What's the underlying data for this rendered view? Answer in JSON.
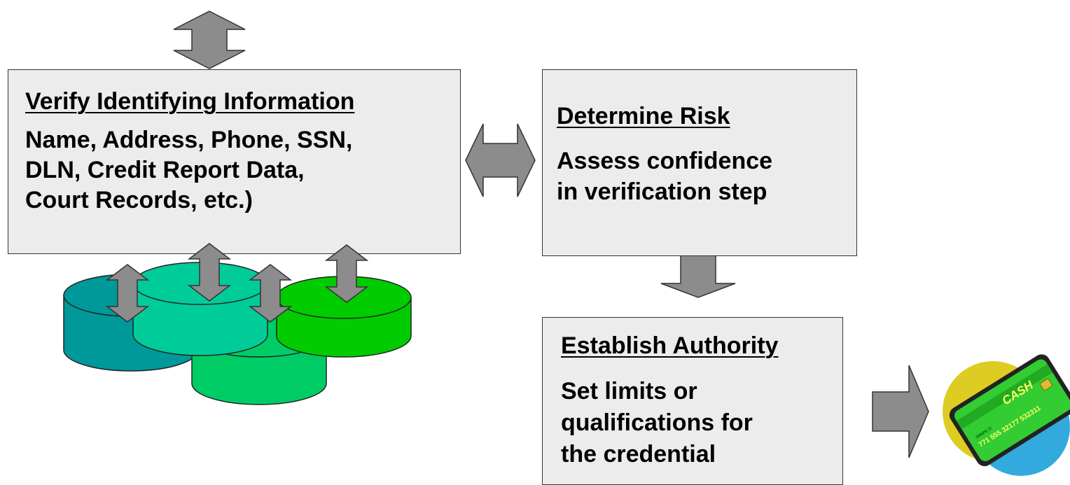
{
  "boxes": {
    "verify": {
      "title": "Verify Identifying Information",
      "body": "Name, Address, Phone, SSN,\nDLN, Credit Report Data,\nCourt Records, etc.)"
    },
    "risk": {
      "title": "Determine Risk",
      "body": "Assess confidence\nin verification step"
    },
    "authority": {
      "title": "Establish Authority",
      "body": "Set limits or\nqualifications for\nthe credential"
    }
  },
  "credential_card": {
    "label": "CASH",
    "number": "771 555 32177 532311",
    "small_text": "SWIPE IT"
  },
  "colors": {
    "box_fill": "#ececec",
    "arrow_fill": "#8c8c8c",
    "db_teal_dark": "#009999",
    "db_teal_light": "#00cc99",
    "db_green_mid": "#00cc66",
    "db_green_bright": "#00cc00",
    "card_green": "#33cc33",
    "card_yellow_disc": "#ddcc22",
    "card_blue_disc": "#33aadd"
  },
  "icons": [
    "double-vertical-arrow-icon",
    "double-horizontal-arrow-icon",
    "down-arrow-icon",
    "right-arrow-icon",
    "database-icon",
    "credit-card-icon"
  ]
}
